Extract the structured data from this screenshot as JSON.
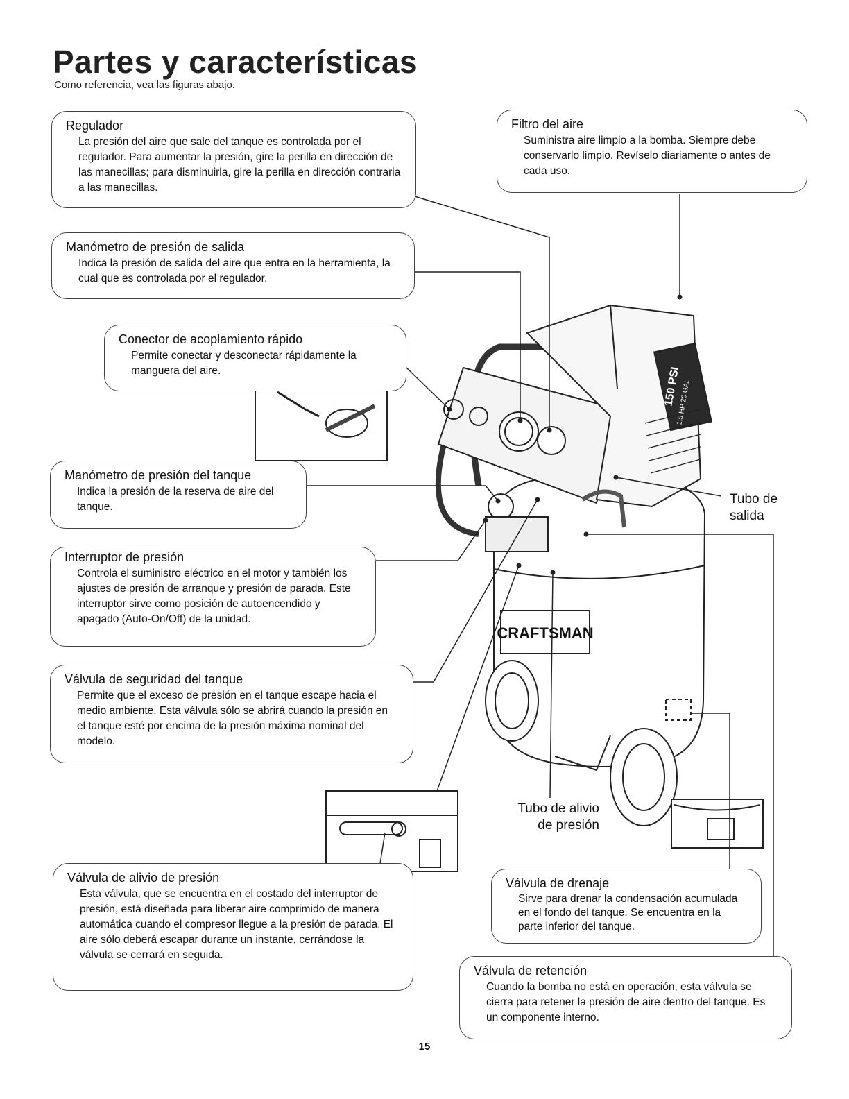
{
  "header": {
    "title": "Partes y características",
    "subtitle": "Como referencia, vea las figuras abajo."
  },
  "callouts": {
    "regulador": {
      "title": "Regulador",
      "text": "La presión del aire que sale del tanque es controlada por el regulador. Para aumentar la presión, gire la perilla en dirección de las manecillas; para disminuirla, gire la perilla en dirección contraria a las manecillas."
    },
    "filtro": {
      "title": "Filtro del aire",
      "text": "Suministra aire limpio a la bomba. Siempre debe conservarlo limpio. Revíselo diariamente o antes de cada uso."
    },
    "manometro_salida": {
      "title": "Manómetro de presión de salida",
      "text": "Indica la presión de salida del aire que entra en la herramienta, la cual que es controlada por el regulador."
    },
    "conector": {
      "title": "Conector de acoplamiento rápido",
      "text": "Permite conectar y desconectar rápidamente la manguera del aire."
    },
    "manometro_tanque": {
      "title": "Manómetro de presión del tanque",
      "text": "Indica la presión de la reserva de aire del tanque."
    },
    "interruptor": {
      "title": "Interruptor de presión",
      "text": "Controla el suministro eléctrico en el motor y también los ajustes de presión de arranque y presión de parada. Este interruptor sirve como posición de autoencendido y apagado (Auto-On/Off) de la unidad."
    },
    "seguridad": {
      "title": "Válvula de seguridad del tanque",
      "text": "Permite que el exceso de presión en el tanque escape hacia el medio ambiente. Esta válvula sólo se abrirá cuando la presión en el tanque esté por encima de la presión máxima nominal del modelo."
    },
    "alivio": {
      "title": "Válvula de alivio de presión",
      "text": "Esta válvula, que se encuentra en el costado del interruptor de presión, está diseñada para liberar aire comprimido de manera automática cuando el compresor llegue a la presión de parada. El aire sólo deberá escapar durante un instante, cerrándose la válvula se cerrará en seguida."
    },
    "drenaje": {
      "title": "Válvula de drenaje",
      "text": "Sirve para drenar la condensación acumulada en el fondo del tanque. Se encuentra en la parte inferior del tanque."
    },
    "retencion": {
      "title": "Válvula de retención",
      "text": "Cuando la bomba no está en operación, esta válvula se cierra para retener la presión de aire dentro del tanque. Es un componente interno."
    }
  },
  "labels": {
    "tubo_salida": "Tubo de salida",
    "tubo_alivio": "Tubo de alivio de presión"
  },
  "product": {
    "brand": "CRAFTSMAN",
    "psi_badge": "150 PSI",
    "rating_badge": "1.5 HP 20 GAL"
  },
  "page_number": "15"
}
